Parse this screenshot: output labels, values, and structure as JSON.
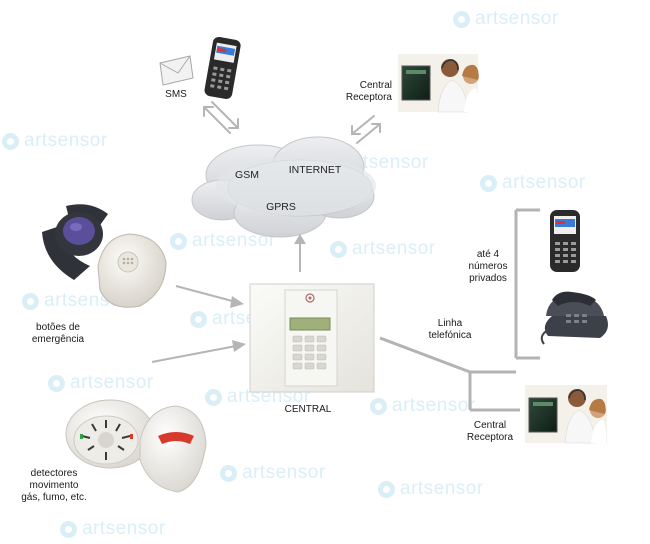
{
  "labels": {
    "sms": "SMS",
    "central_receptora_top": "Central\nReceptora",
    "gsm": "GSM",
    "internet": "INTERNET",
    "gprs": "GPRS",
    "botoes": "botões de\nemergência",
    "central": "CENTRAL",
    "ate4": "até 4\nnúmeros\nprivados",
    "linha": "Linha\ntelefónica",
    "central_receptora_bottom": "Central\nReceptora",
    "detectores": "detectores\nmovimento\ngás, fumo, etc."
  },
  "watermark": "artsensor",
  "colors": {
    "connector": "#b0b0b0",
    "cloud": "#dcdde0",
    "watermark": "#7cc6e3",
    "phone_screen": "#3a7ad8"
  }
}
